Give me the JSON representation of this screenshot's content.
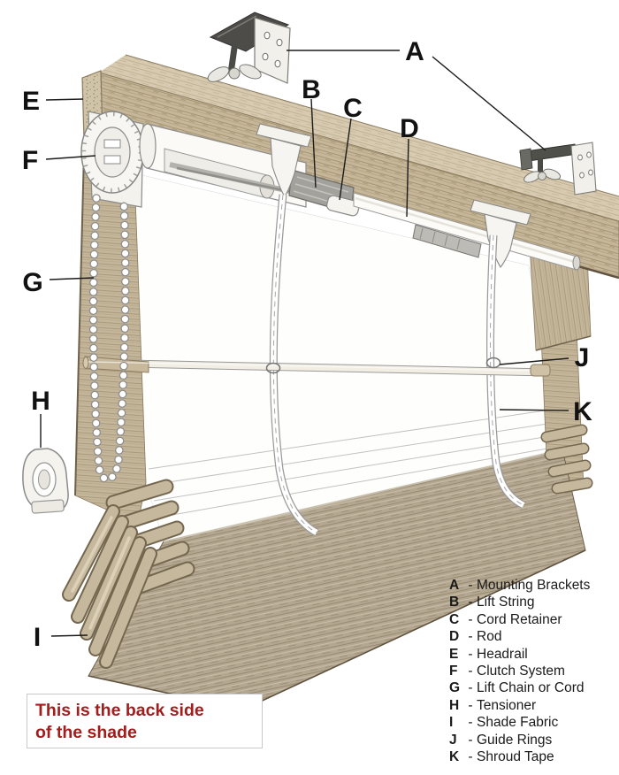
{
  "diagram": {
    "labels": [
      {
        "letter": "A"
      },
      {
        "letter": "B"
      },
      {
        "letter": "C"
      },
      {
        "letter": "D"
      },
      {
        "letter": "E"
      },
      {
        "letter": "F"
      },
      {
        "letter": "G"
      },
      {
        "letter": "H"
      },
      {
        "letter": "I"
      },
      {
        "letter": "J"
      },
      {
        "letter": "K"
      }
    ],
    "legend": {
      "separator": "-",
      "items": [
        {
          "letter": "A",
          "name": "Mounting Brackets"
        },
        {
          "letter": "B",
          "name": "Lift String"
        },
        {
          "letter": "C",
          "name": "Cord Retainer"
        },
        {
          "letter": "D",
          "name": "Rod"
        },
        {
          "letter": "E",
          "name": "Headrail"
        },
        {
          "letter": "F",
          "name": "Clutch System"
        },
        {
          "letter": "G",
          "name": "Lift Chain or Cord"
        },
        {
          "letter": "H",
          "name": "Tensioner"
        },
        {
          "letter": "I",
          "name": "Shade Fabric"
        },
        {
          "letter": "J",
          "name": "Guide Rings"
        },
        {
          "letter": "K",
          "name": "Shroud Tape"
        }
      ]
    },
    "note": {
      "line1": "This is the back side",
      "line2": "of the shade"
    },
    "colors": {
      "note_text": "#a21d1d",
      "note_border": "#c9c9c9",
      "label_text": "#121212",
      "legend_text": "#1a1a1a",
      "fabric_tan": "#c6b79b",
      "fabric_band": "#b4a791",
      "fabric_outline": "#8a7a5f",
      "plastic_white": "#f5f4ef",
      "metal_dark": "#4d4c48"
    }
  }
}
